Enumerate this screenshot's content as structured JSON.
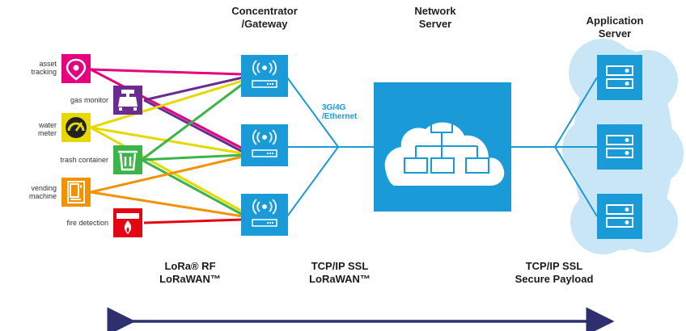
{
  "columns": {
    "gateway_title": [
      "Concentrator",
      "/Gateway"
    ],
    "network_title": [
      "Network",
      "Server"
    ],
    "app_title": [
      "Application",
      "Server"
    ]
  },
  "devices": [
    {
      "label": [
        "asset",
        "tracking"
      ],
      "icon": "location-pin-icon",
      "color": "#e6007e"
    },
    {
      "label": [
        "gas monitor"
      ],
      "icon": "gas-canister-icon",
      "color": "#6a2c91"
    },
    {
      "label": [
        "water",
        "meter"
      ],
      "icon": "gauge-icon",
      "color": "#e6d800"
    },
    {
      "label": [
        "trash container"
      ],
      "icon": "trash-can-icon",
      "color": "#3bb54a"
    },
    {
      "label": [
        "vending",
        "machine"
      ],
      "icon": "vending-machine-icon",
      "color": "#f39200"
    },
    {
      "label": [
        "fire detection"
      ],
      "icon": "fire-alarm-icon",
      "color": "#e30613"
    }
  ],
  "cellular_label": [
    "3G/4G",
    "/Ethernet"
  ],
  "protocols": {
    "left": [
      "LoRa® RF",
      "LoRaWAN™"
    ],
    "middle": [
      "TCP/IP SSL",
      "LoRaWAN™"
    ],
    "right": [
      "TCP/IP SSL",
      "Secure Payload"
    ]
  },
  "colors": {
    "blue": "#1a9bd7",
    "cloud": "#c9e6f6",
    "arrow": "#2e2f6e"
  }
}
